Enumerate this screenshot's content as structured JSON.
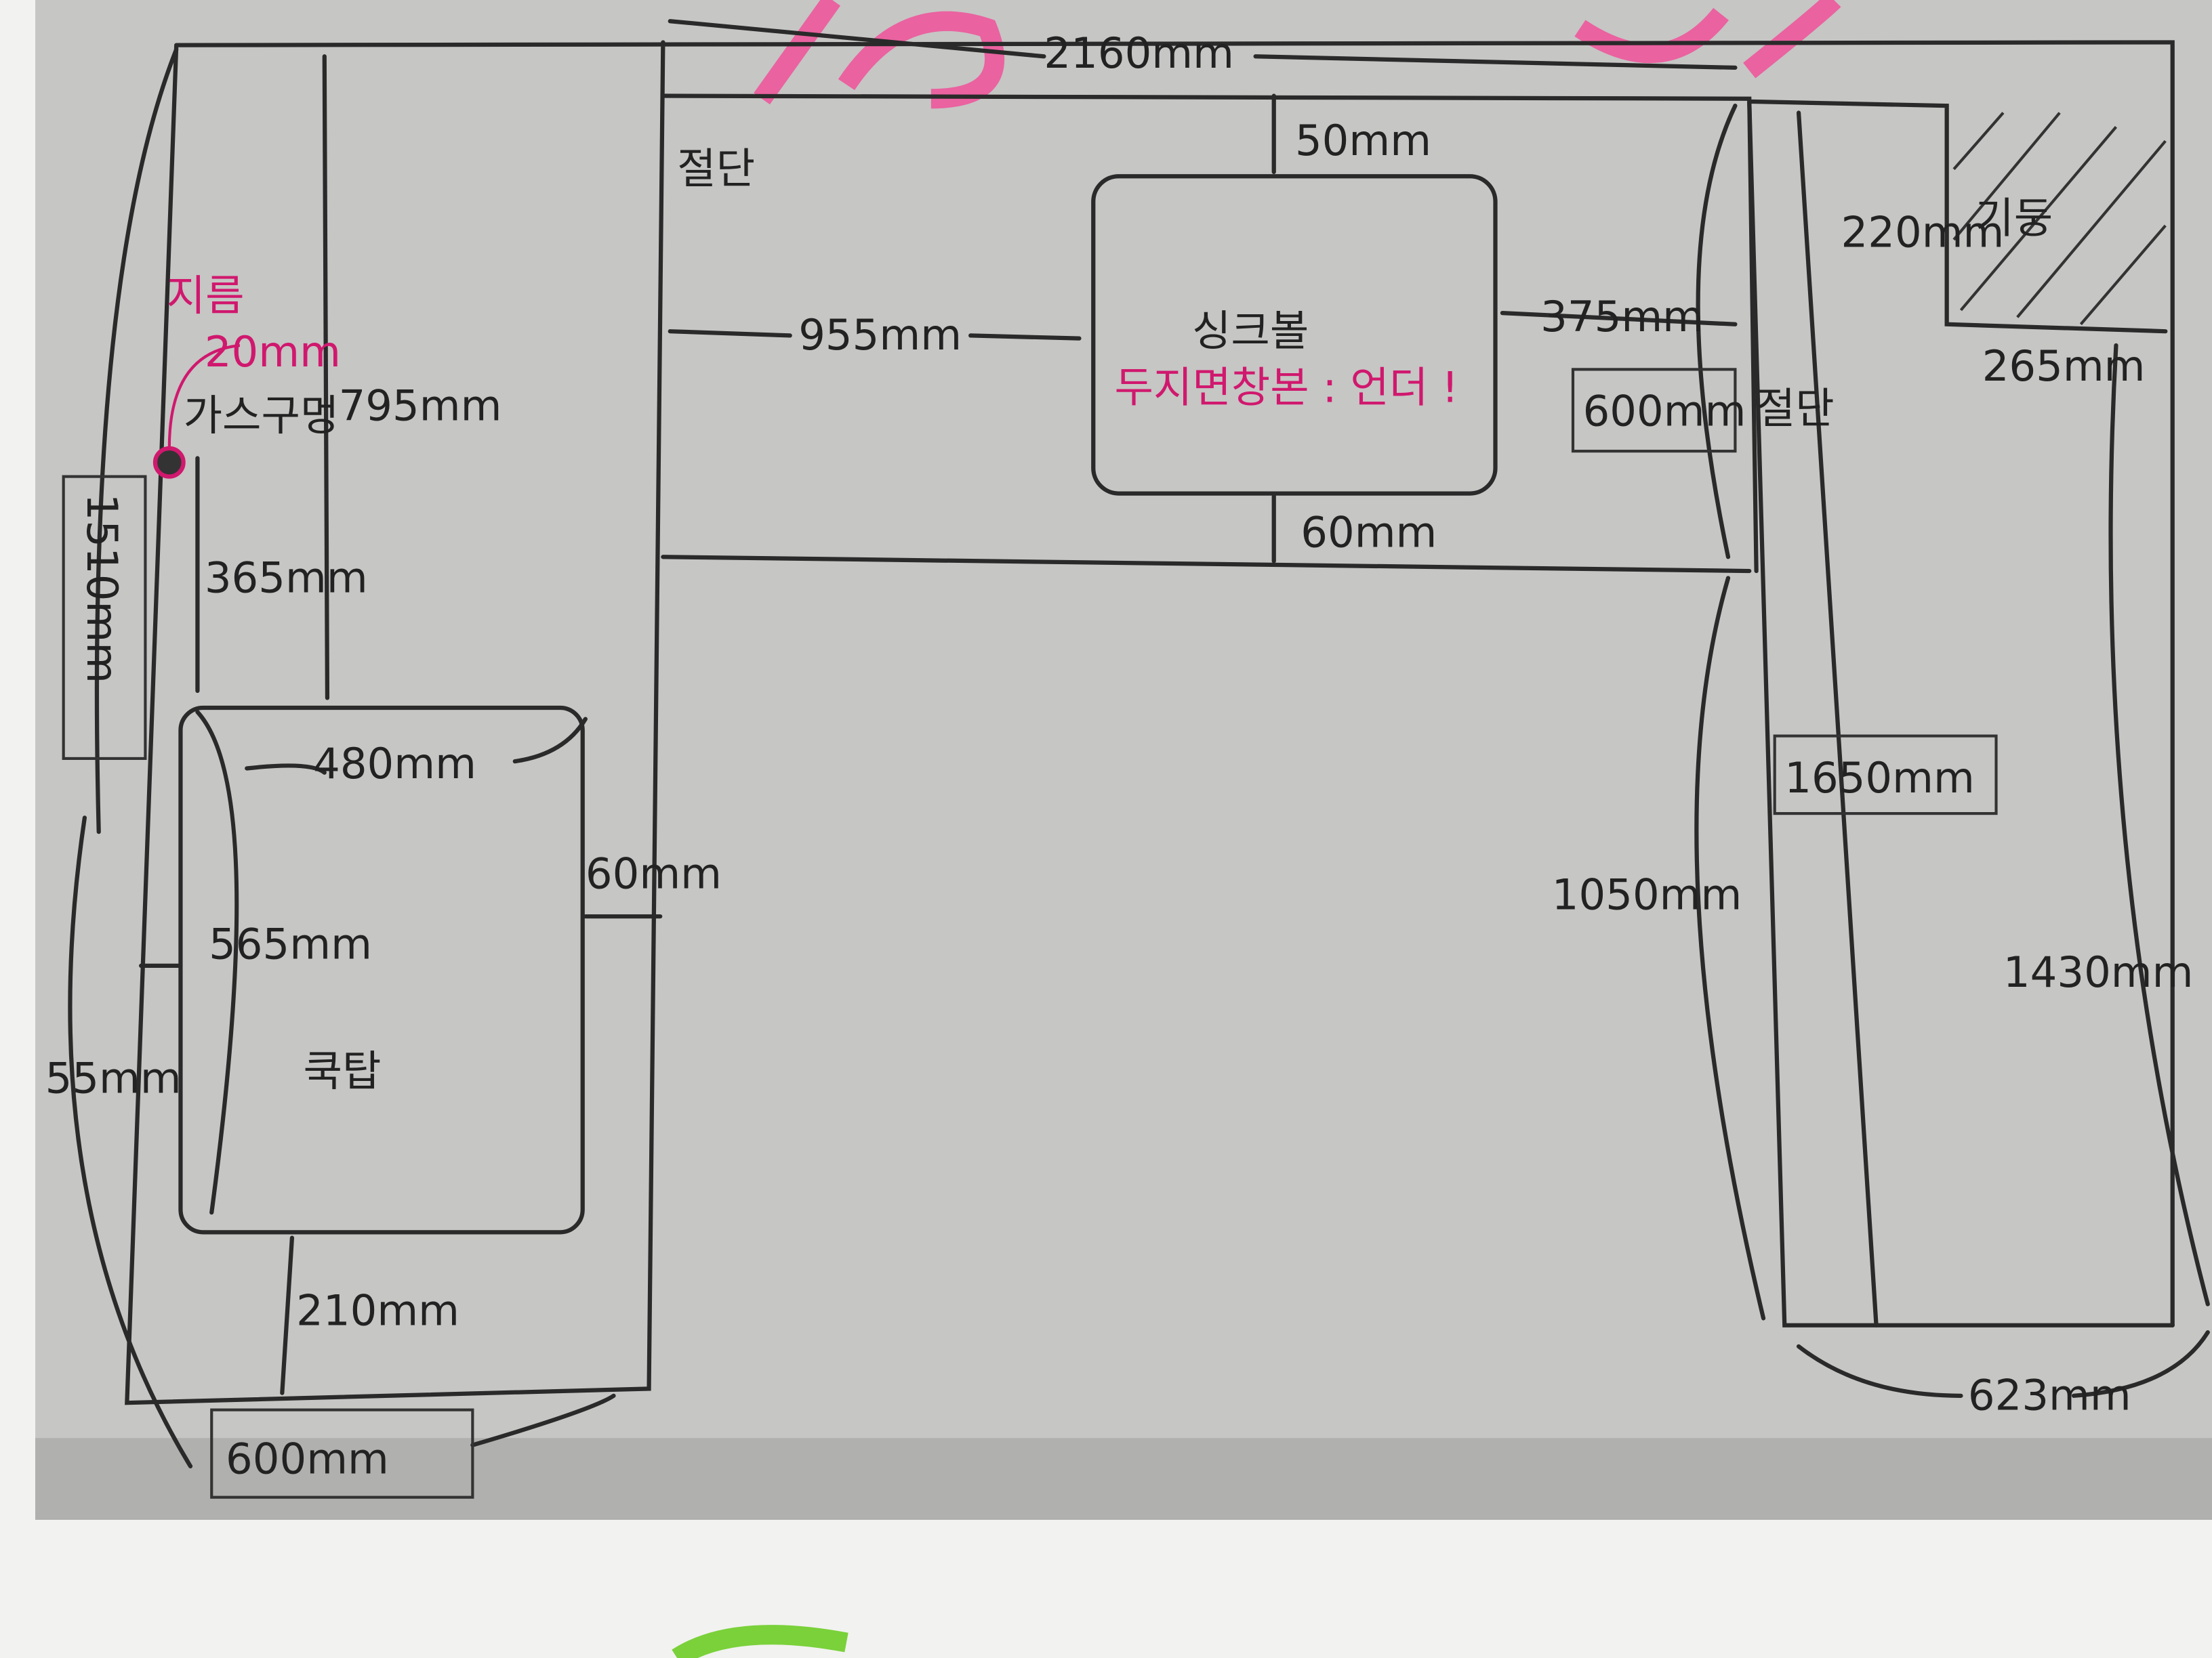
{
  "labels": {
    "total_width": "2160mm",
    "cut_left": "절단",
    "cut_right": "절단",
    "sink_top_gap": "50mm",
    "sink_bottom_gap": "60mm",
    "sink_left_gap": "955mm",
    "sink_right_gap": "375mm",
    "sink_label": "싱크볼",
    "sink_note": "두지면창본 : 언더 !",
    "right_depth_600": "600mm",
    "pillar_label": "기둥",
    "pillar_width": "220mm",
    "pillar_gap": "265mm",
    "right_total": "1650mm",
    "right_inner": "1430mm",
    "right_lower": "1050mm",
    "right_bottom": "623mm",
    "left_total": "1510mm",
    "left_to_cooktop": "795mm",
    "gas_hole": "가스구멍",
    "gas_hole_note": "지름",
    "gas_hole_diameter": "20mm",
    "gas_to_cooktop": "365mm",
    "cooktop_width": "480mm",
    "cooktop_depth": "565mm",
    "cooktop_label": "쿡탑",
    "cooktop_right_gap": "60mm",
    "cooktop_left_gap": "55mm",
    "cooktop_bottom_gap": "210mm",
    "left_depth": "600mm"
  },
  "colors": {
    "ink": "#2a2a2a",
    "pink": "#d0186e",
    "highlighter": "#f0509a",
    "paper": "#c9c9c7"
  }
}
